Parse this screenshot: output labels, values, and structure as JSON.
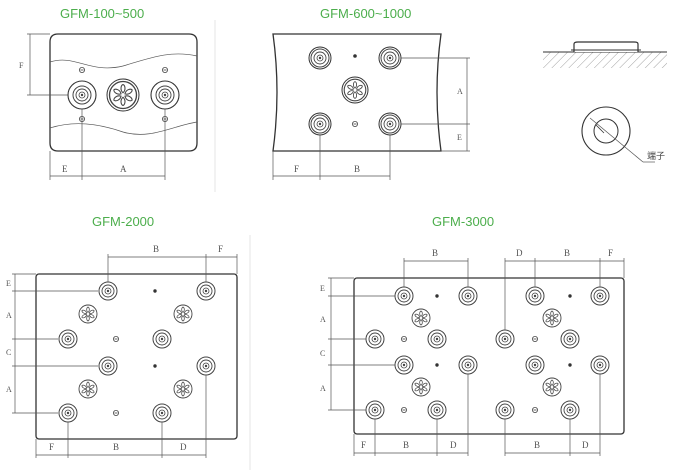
{
  "titles": {
    "gfm_100_500": "GFM-100~500",
    "gfm_600_1000": "GFM-600~1000",
    "gfm_2000": "GFM-2000",
    "gfm_3000": "GFM-3000"
  },
  "side_view": {
    "terminal_label": "端子"
  },
  "dims": {
    "A": "A",
    "B": "B",
    "C": "C",
    "D": "D",
    "E": "E",
    "F": "F"
  },
  "colors": {
    "title": "#4cae4c",
    "line": "#333333",
    "dimension": "#555555"
  }
}
